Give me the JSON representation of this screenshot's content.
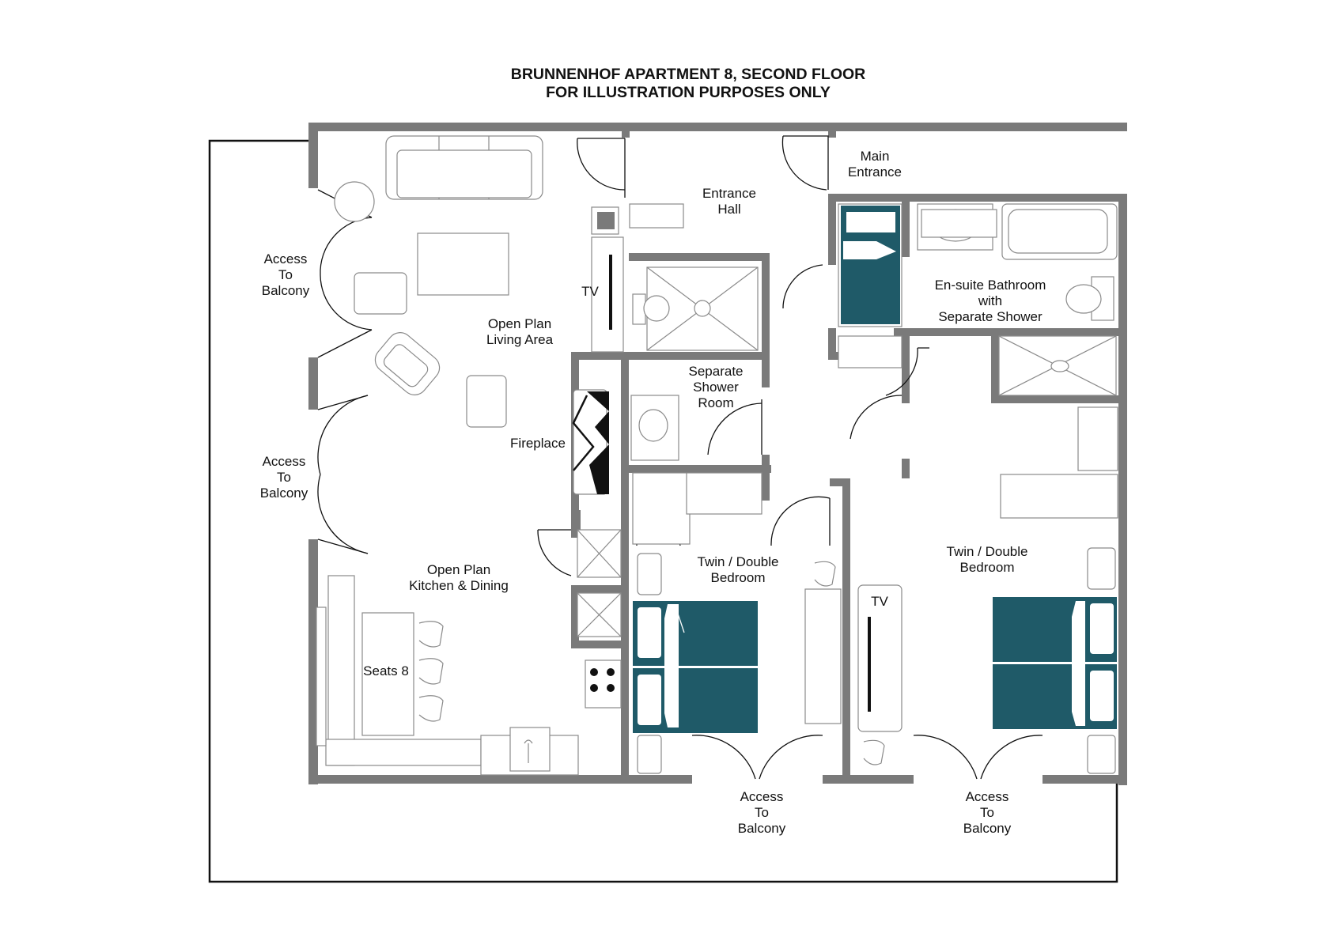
{
  "title": {
    "line1": "BRUNNENHOF APARTMENT 8, SECOND FLOOR",
    "line2": "FOR ILLUSTRATION PURPOSES ONLY"
  },
  "rooms": {
    "living": [
      "Open Plan",
      "Living Area"
    ],
    "kitchen": [
      "Open Plan",
      "Kitchen & Dining"
    ],
    "entrance_hall": [
      "Entrance",
      "Hall"
    ],
    "main_entrance": [
      "Main",
      "Entrance"
    ],
    "shower_room": [
      "Separate",
      "Shower",
      "Room"
    ],
    "ensuite": [
      "En-suite Bathroom",
      "with",
      "Separate Shower"
    ],
    "bedroom_1": [
      "Twin / Double",
      "Bedroom"
    ],
    "bedroom_2": [
      "Twin / Double",
      "Bedroom"
    ]
  },
  "features": {
    "fireplace": "Fireplace",
    "tv_living": "TV",
    "tv_bedroom": "TV",
    "seats": "Seats 8"
  },
  "balconies": {
    "west_upper": [
      "Access",
      "To",
      "Balcony"
    ],
    "west_lower": [
      "Access",
      "To",
      "Balcony"
    ],
    "south_1": [
      "Access",
      "To",
      "Balcony"
    ],
    "south_2": [
      "Access",
      "To",
      "Balcony"
    ]
  },
  "colors": {
    "wall": "#7a7a7a",
    "bed_accent": "#1f5a68",
    "outline": "#111111"
  }
}
